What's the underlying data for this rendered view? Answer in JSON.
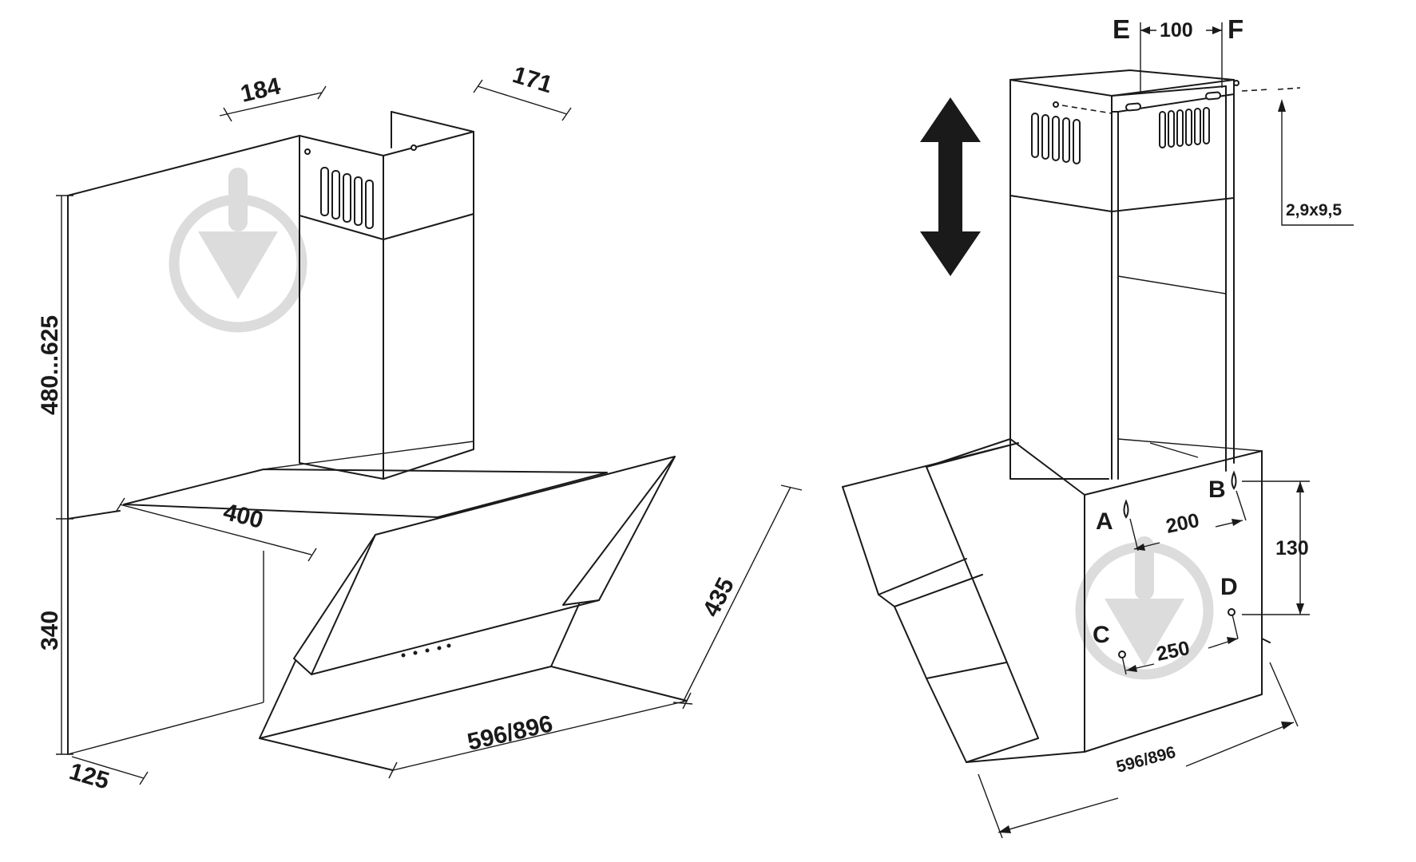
{
  "left_view": {
    "dim_chimney_depth": "184",
    "dim_chimney_width": "171",
    "dim_chimney_height": "480...625",
    "dim_body_height": "340",
    "dim_body_depth": "400",
    "dim_panel_height": "435",
    "dim_width": "596/896",
    "dim_wall_offset": "125"
  },
  "right_view": {
    "label_e": "E",
    "label_f": "F",
    "dim_ef": "100",
    "dim_screw": "2,9x9,5",
    "label_a": "A",
    "label_b": "B",
    "dim_ab": "200",
    "dim_vertical": "130",
    "label_c": "C",
    "label_d": "D",
    "dim_cd": "250",
    "dim_width": "596/896"
  },
  "colors": {
    "line": "#1a1a1a",
    "watermark": "#dcdcdc",
    "background": "#ffffff"
  },
  "icons": {
    "adjust_arrow": "double-headed-vertical-arrow",
    "watermark": "download-arrow-circle"
  }
}
